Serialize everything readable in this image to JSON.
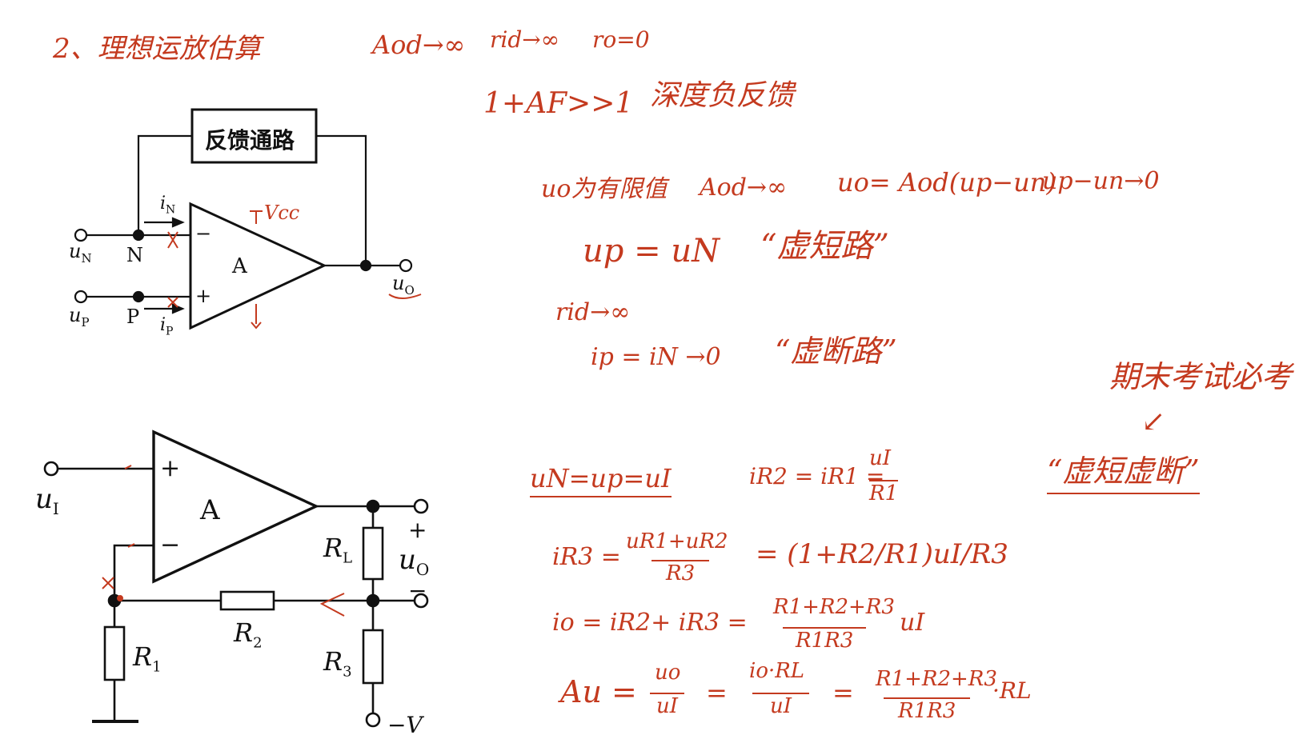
{
  "colors": {
    "ink": "#111111",
    "pen": "#c43a1f",
    "background": "#ffffff"
  },
  "circuit1": {
    "feedback_label": "反馈通路",
    "amp_label": "A",
    "minus": "−",
    "plus": "+",
    "node_n": "N",
    "node_p": "P",
    "u_n": "u",
    "u_n_sub": "N",
    "u_p": "u",
    "u_p_sub": "P",
    "u_o": "u",
    "u_o_sub": "O",
    "i_n": "i",
    "i_n_sub": "N",
    "i_p": "i",
    "i_p_sub": "P",
    "vcc": "Vcc"
  },
  "circuit2": {
    "amp_label": "A",
    "plus": "+",
    "minus": "−",
    "u_i": "u",
    "u_i_sub": "I",
    "u_o": "u",
    "u_o_sub": "O",
    "out_plus": "+",
    "out_minus": "−",
    "r1": "R",
    "r1_sub": "1",
    "r2": "R",
    "r2_sub": "2",
    "r3": "R",
    "r3_sub": "3",
    "rl": "R",
    "rl_sub": "L",
    "supply": "−V"
  },
  "notes": {
    "heading": "2、理想运放估算",
    "cond1": "Aod→∞",
    "cond2": "rid→∞",
    "cond3": "ro=0",
    "deep_fb": "1+AF>>1",
    "deep_fb_text": "深度负反馈",
    "uo_finite": "uo为有限值",
    "aod_inf": "Aod→∞",
    "uo_eq": "uo= Aod(up−un)",
    "up_minus_un": "up−un→0",
    "virtual_short_eq": "up = uN",
    "virtual_short": "“虚短路”",
    "rid_inf": "rid→∞",
    "ip_eq": "ip = iN →0",
    "virtual_open": "“虚断路”",
    "exam": "期末考试必考",
    "exam_arrow": "↙",
    "both": "“虚短虚断”",
    "eq1": "uN=up=uI",
    "eq2_left": "iR2 = iR1 =",
    "eq2_num": "uI",
    "eq2_den": "R1",
    "eq3_left": "iR3 =",
    "eq3_num": "uR1+uR2",
    "eq3_den": "R3",
    "eq3_right": "= (1+R2/R1)uI/R3",
    "eq4_left": "io = iR2+ iR3 =",
    "eq4_num": "R1+R2+R3",
    "eq4_den": "R1R3",
    "eq4_right": "uI",
    "eq5_left": "Au =",
    "eq5_f1_num": "uo",
    "eq5_f1_den": "uI",
    "eq5_eq2": "=",
    "eq5_f2_num": "io·RL",
    "eq5_f2_den": "uI",
    "eq5_eq3": "=",
    "eq5_f3_num": "R1+R2+R3",
    "eq5_f3_den": "R1R3",
    "eq5_tail": "·RL"
  }
}
